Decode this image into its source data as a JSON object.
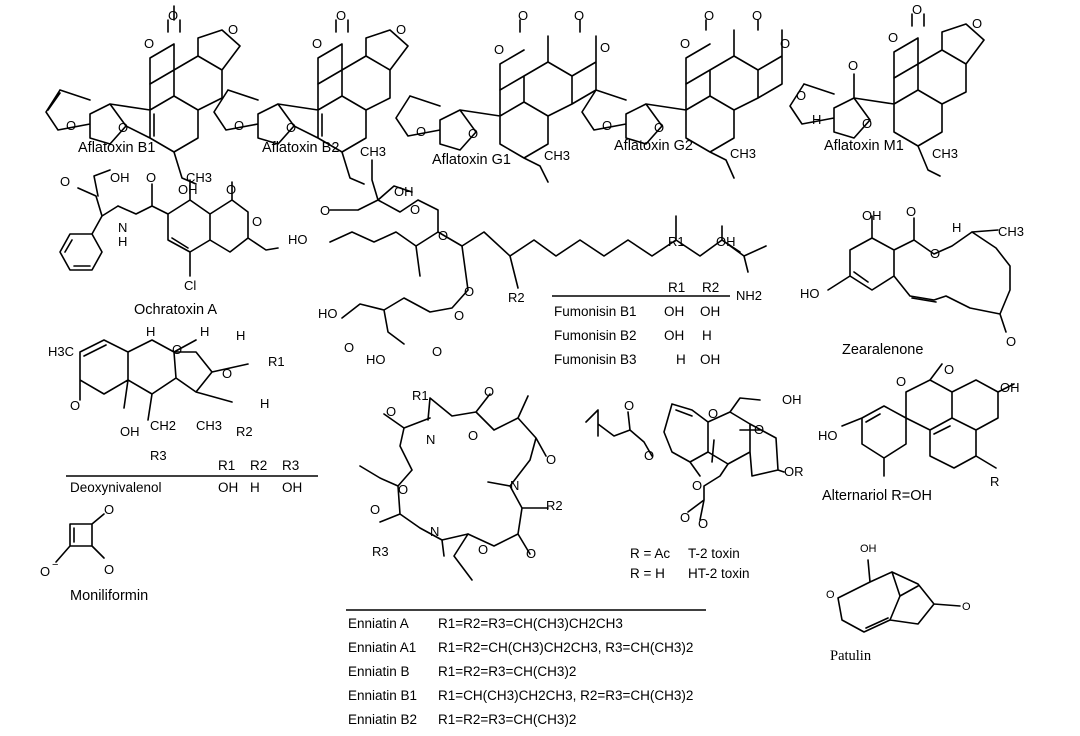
{
  "molecules": [
    {
      "name": "Aflatoxin B1",
      "groups": [
        "O",
        "O",
        "O",
        "O",
        "O",
        "CH3"
      ]
    },
    {
      "name": "Aflatoxin B2",
      "groups": [
        "O",
        "O",
        "O",
        "O",
        "O",
        "CH3"
      ]
    },
    {
      "name": "Aflatoxin G1",
      "groups": [
        "O",
        "O",
        "O",
        "O",
        "O",
        "O",
        "CH3"
      ]
    },
    {
      "name": "Aflatoxin G2",
      "groups": [
        "O",
        "O",
        "O",
        "O",
        "O",
        "O",
        "CH3"
      ]
    },
    {
      "name": "Aflatoxin M1",
      "groups": [
        "O",
        "O",
        "O",
        "O",
        "O",
        "O",
        "H",
        "CH3"
      ]
    },
    {
      "name": "Ochratoxin A",
      "groups": [
        "O",
        "OH",
        "N",
        "H",
        "O",
        "OH",
        "O",
        "O",
        "Cl"
      ]
    },
    {
      "name": "Zearalenone",
      "groups": [
        "OH",
        "O",
        "O",
        "H",
        "CH3",
        "HO",
        "O"
      ]
    },
    {
      "name": "Deoxynivalenol",
      "groups": [
        "H3C",
        "O",
        "H",
        "H",
        "H",
        "O",
        "R1",
        "O",
        "H",
        "OH",
        "CH2",
        "CH3",
        "R2",
        "R3"
      ]
    },
    {
      "name": "Moniliformin",
      "groups": [
        "O",
        "O",
        "O",
        "−"
      ]
    },
    {
      "name": "Alternariol R=OH",
      "groups": [
        "O",
        "O",
        "OH",
        "HO",
        "R"
      ]
    },
    {
      "name": "Patulin",
      "groups": [
        "OH",
        "O",
        "O"
      ]
    },
    {
      "name": "Fumonisin",
      "groups": [
        "O",
        "OH",
        "HO",
        "O",
        "O",
        "R1",
        "OH",
        "R2",
        "NH2",
        "HO",
        "O",
        "O",
        "O",
        "HO",
        "O"
      ]
    },
    {
      "name": "Enniatin",
      "groups": [
        "R1",
        "O",
        "N",
        "O",
        "O",
        "O",
        "N",
        "R2",
        "O",
        "O",
        "N",
        "O",
        "O",
        "R3"
      ]
    },
    {
      "name": "T-2 toxin",
      "groups": [
        "O",
        "O",
        "O",
        "O",
        "OH",
        "O",
        "O",
        "O",
        "OR"
      ]
    }
  ],
  "deoxynivalenol_table": {
    "headers": [
      "R1",
      "R2",
      "R3"
    ],
    "row_name": "Deoxynivalenol",
    "row": [
      "OH",
      "H",
      "OH"
    ]
  },
  "fumonisin_table": {
    "headers": [
      "R1",
      "R2"
    ],
    "rows": [
      {
        "name": "Fumonisin B1",
        "r1": "OH",
        "r2": "OH"
      },
      {
        "name": "Fumonisin B2",
        "r1": "OH",
        "r2": "H"
      },
      {
        "name": "Fumonisin B3",
        "r1": "H",
        "r2": "OH"
      }
    ]
  },
  "t2_legend": [
    {
      "r": "R = Ac",
      "name": "T-2 toxin"
    },
    {
      "r": "R = H",
      "name": "HT-2 toxin"
    }
  ],
  "enniatin_table": [
    {
      "name": "Enniatin A",
      "def": "R1=R2=R3=CH(CH3)CH2CH3"
    },
    {
      "name": "Enniatin A1",
      "def": "R1=R2=CH(CH3)CH2CH3, R3=CH(CH3)2"
    },
    {
      "name": "Enniatin B",
      "def": "R1=R2=R3=CH(CH3)2"
    },
    {
      "name": "Enniatin B1",
      "def": "R1=CH(CH3)CH2CH3, R2=R3=CH(CH3)2"
    },
    {
      "name": "Enniatin B2",
      "def": "R1=R2=R3=CH(CH3)2"
    }
  ]
}
